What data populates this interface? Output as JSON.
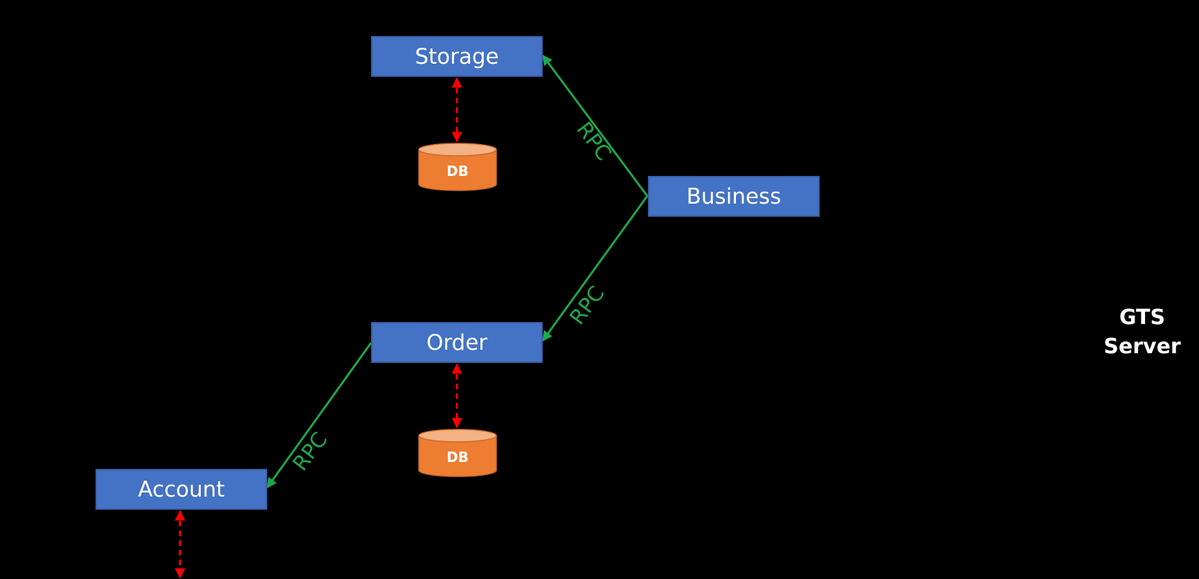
{
  "colors": {
    "background": "#000000",
    "service_box": "#4472C4",
    "database": "#ED7D31",
    "rpc_line": "#1EA84A",
    "db_link": "#FF0000"
  },
  "services": {
    "storage": "Storage",
    "business": "Business",
    "order": "Order",
    "account": "Account"
  },
  "databases": {
    "storage_db": "DB",
    "order_db": "DB"
  },
  "rpc_labels": {
    "business_to_storage": "RPC",
    "business_to_order": "RPC",
    "order_to_account": "RPC"
  },
  "gts_server": {
    "line1": "GTS",
    "line2": "Server"
  }
}
